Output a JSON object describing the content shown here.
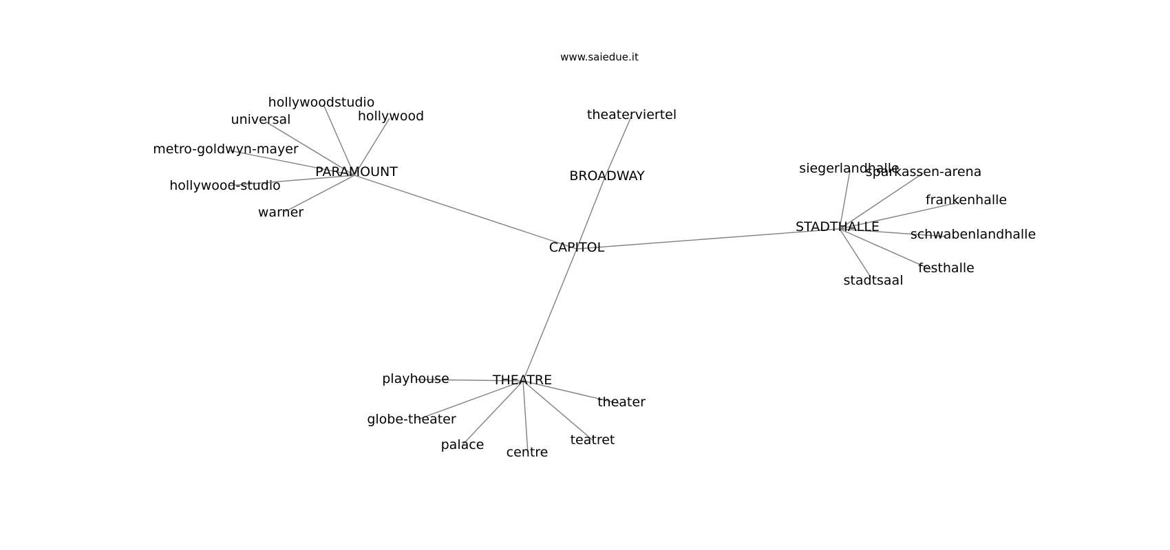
{
  "watermark": "www.saiedue.it",
  "colors": {
    "edge": "#808080",
    "label": "#000000",
    "background": "#ffffff"
  },
  "nodes": [
    {
      "id": "CAPITOL",
      "label": "CAPITOL"
    },
    {
      "id": "BROADWAY",
      "label": "BROADWAY"
    },
    {
      "id": "theaterviertel",
      "label": "theaterviertel"
    },
    {
      "id": "PARAMOUNT",
      "label": "PARAMOUNT"
    },
    {
      "id": "hollywoodstudio",
      "label": "hollywoodstudio"
    },
    {
      "id": "universal",
      "label": "universal"
    },
    {
      "id": "hollywood",
      "label": "hollywood"
    },
    {
      "id": "metro-goldwyn-mayer",
      "label": "metro-goldwyn-mayer"
    },
    {
      "id": "hollywood-studio",
      "label": "hollywood-studio"
    },
    {
      "id": "warner",
      "label": "warner"
    },
    {
      "id": "STADTHALLE",
      "label": "STADTHALLE"
    },
    {
      "id": "siegerlandhalle",
      "label": "siegerlandhalle"
    },
    {
      "id": "sparkassen-arena",
      "label": "sparkassen-arena"
    },
    {
      "id": "frankenhalle",
      "label": "frankenhalle"
    },
    {
      "id": "schwabenlandhalle",
      "label": "schwabenlandhalle"
    },
    {
      "id": "festhalle",
      "label": "festhalle"
    },
    {
      "id": "stadtsaal",
      "label": "stadtsaal"
    },
    {
      "id": "THEATRE",
      "label": "THEATRE"
    },
    {
      "id": "playhouse",
      "label": "playhouse"
    },
    {
      "id": "globe-theater",
      "label": "globe-theater"
    },
    {
      "id": "palace",
      "label": "palace"
    },
    {
      "id": "centre",
      "label": "centre"
    },
    {
      "id": "teatret",
      "label": "teatret"
    },
    {
      "id": "theater",
      "label": "theater"
    }
  ],
  "edges": [
    [
      "CAPITOL",
      "PARAMOUNT"
    ],
    [
      "CAPITOL",
      "STADTHALLE"
    ],
    [
      "CAPITOL",
      "THEATRE"
    ],
    [
      "CAPITOL",
      "BROADWAY"
    ],
    [
      "BROADWAY",
      "theaterviertel"
    ],
    [
      "PARAMOUNT",
      "hollywoodstudio"
    ],
    [
      "PARAMOUNT",
      "universal"
    ],
    [
      "PARAMOUNT",
      "hollywood"
    ],
    [
      "PARAMOUNT",
      "metro-goldwyn-mayer"
    ],
    [
      "PARAMOUNT",
      "hollywood-studio"
    ],
    [
      "PARAMOUNT",
      "warner"
    ],
    [
      "STADTHALLE",
      "siegerlandhalle"
    ],
    [
      "STADTHALLE",
      "sparkassen-arena"
    ],
    [
      "STADTHALLE",
      "frankenhalle"
    ],
    [
      "STADTHALLE",
      "schwabenlandhalle"
    ],
    [
      "STADTHALLE",
      "festhalle"
    ],
    [
      "STADTHALLE",
      "stadtsaal"
    ],
    [
      "THEATRE",
      "playhouse"
    ],
    [
      "THEATRE",
      "globe-theater"
    ],
    [
      "THEATRE",
      "palace"
    ],
    [
      "THEATRE",
      "centre"
    ],
    [
      "THEATRE",
      "teatret"
    ],
    [
      "THEATRE",
      "theater"
    ]
  ]
}
